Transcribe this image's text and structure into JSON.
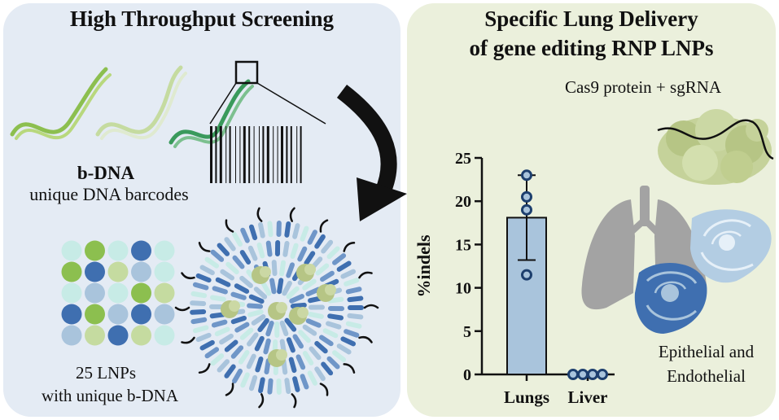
{
  "left": {
    "title": "High Throughput Screening",
    "bdna_label": "b-DNA",
    "bdna_caption": "unique DNA barcodes",
    "lnp_count_label": "25 LNPs",
    "lnp_caption": "with unique b-DNA"
  },
  "right": {
    "title_line1": "Specific Lung Delivery",
    "title_line2": "of gene editing RNP LNPs",
    "cargo_label": "Cas9 protein + sgRNA",
    "cells_label_line1": "Epithelial and",
    "cells_label_line2": "Endothelial"
  },
  "colors": {
    "left_panel_bg": "#e4ebf4",
    "right_panel_bg": "#ebf0dc",
    "bar_fill": "#a9c4dc",
    "dark_blue": "#3f6fb0",
    "light_blue": "#b3cde3",
    "light_green": "#c5dba0",
    "green": "#8cbf4f",
    "pale_cyan": "#c7ebe6"
  },
  "grid_colors": [
    [
      "#c7ebe6",
      "#8cbf4f",
      "#c7ebe6",
      "#3f6fb0",
      "#c7ebe6"
    ],
    [
      "#8cbf4f",
      "#3f6fb0",
      "#c5dba0",
      "#a9c4dc",
      "#c7ebe6"
    ],
    [
      "#c7ebe6",
      "#a9c4dc",
      "#c7ebe6",
      "#8cbf4f",
      "#c5dba0"
    ],
    [
      "#3f6fb0",
      "#8cbf4f",
      "#a9c4dc",
      "#3f6fb0",
      "#a9c4dc"
    ],
    [
      "#a9c4dc",
      "#c5dba0",
      "#3f6fb0",
      "#c5dba0",
      "#c7ebe6"
    ]
  ],
  "chart_data": {
    "type": "bar",
    "categories": [
      "Lungs",
      "Liver"
    ],
    "values": [
      18.1,
      0
    ],
    "error": [
      4.9,
      0
    ],
    "points": [
      [
        23,
        20.5,
        19,
        11.5
      ],
      [
        0,
        0,
        0,
        0
      ]
    ],
    "ylabel": "%indels",
    "ylim": [
      0,
      25
    ],
    "yticks": [
      0,
      5,
      10,
      15,
      20,
      25
    ]
  }
}
